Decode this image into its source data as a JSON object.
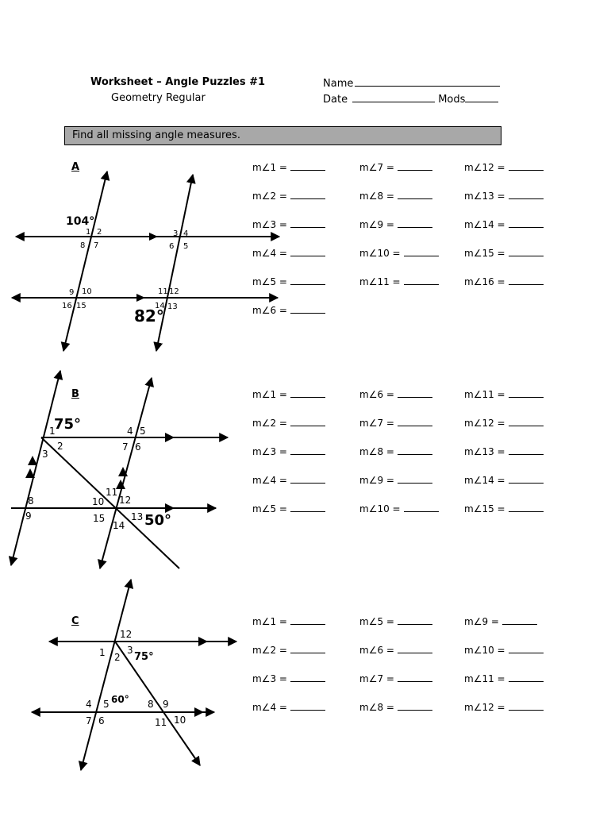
{
  "header": {
    "title": "Worksheet – Angle Puzzles #1",
    "course": "Geometry Regular",
    "name_label": "Name",
    "date_label": "Date",
    "mods_label": "Mods"
  },
  "instructions": "Find all missing angle measures.",
  "sections": [
    {
      "label": "A",
      "answers": [
        "m∠1 =",
        "m∠2 =",
        "m∠3 =",
        "m∠4 =",
        "m∠5 =",
        "m∠6 =",
        "m∠7 =",
        "m∠8 =",
        "m∠9 =",
        "m∠10 =",
        "m∠11 =",
        "m∠12 =",
        "m∠13 =",
        "m∠14 =",
        "m∠15 =",
        "m∠16 ="
      ],
      "given": [
        "104°",
        "82°"
      ],
      "angle_numbers": [
        "1",
        "2",
        "3",
        "4",
        "5",
        "6",
        "7",
        "8",
        "9",
        "10",
        "11",
        "12",
        "13",
        "14",
        "15",
        "16"
      ]
    },
    {
      "label": "B",
      "answers": [
        "m∠1 =",
        "m∠2 =",
        "m∠3 =",
        "m∠4 =",
        "m∠5 =",
        "m∠6 =",
        "m∠7 =",
        "m∠8 =",
        "m∠9 =",
        "m∠10 =",
        "m∠11 =",
        "m∠12 =",
        "m∠13 =",
        "m∠14 =",
        "m∠15 ="
      ],
      "given": [
        "75°",
        "50°"
      ],
      "angle_numbers": [
        "1",
        "2",
        "3",
        "4",
        "5",
        "6",
        "7",
        "8",
        "9",
        "10",
        "11",
        "12",
        "13",
        "14",
        "15"
      ]
    },
    {
      "label": "C",
      "answers": [
        "m∠1 =",
        "m∠2 =",
        "m∠3 =",
        "m∠4 =",
        "m∠5 =",
        "m∠6 =",
        "m∠7 =",
        "m∠8 =",
        "m∠9 =",
        "m∠10 =",
        "m∠11 =",
        "m∠12 ="
      ],
      "given": [
        "75°",
        "60°"
      ],
      "angle_numbers": [
        "1",
        "2",
        "3",
        "4",
        "5",
        "6",
        "7",
        "8",
        "9",
        "10",
        "11",
        "12"
      ]
    }
  ]
}
